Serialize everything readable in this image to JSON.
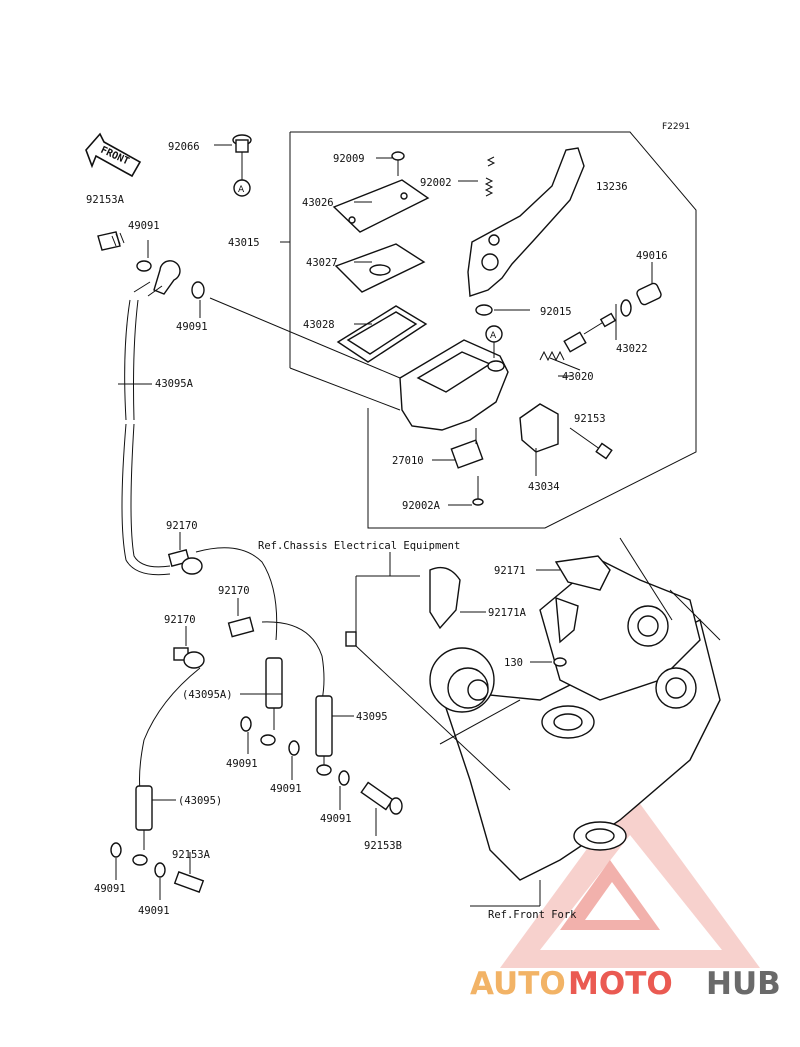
{
  "diagram_code": "F2291",
  "front_label": "FRONT",
  "part_labels": [
    {
      "id": "92066",
      "text": "92066"
    },
    {
      "id": "92009",
      "text": "92009"
    },
    {
      "id": "92002",
      "text": "92002"
    },
    {
      "id": "13236",
      "text": "13236"
    },
    {
      "id": "43026",
      "text": "43026"
    },
    {
      "id": "92153A_top",
      "text": "92153A"
    },
    {
      "id": "49091_a",
      "text": "49091"
    },
    {
      "id": "43015",
      "text": "43015"
    },
    {
      "id": "43027",
      "text": "43027"
    },
    {
      "id": "49016",
      "text": "49016"
    },
    {
      "id": "49091_b",
      "text": "49091"
    },
    {
      "id": "92015",
      "text": "92015"
    },
    {
      "id": "43028",
      "text": "43028"
    },
    {
      "id": "43022",
      "text": "43022"
    },
    {
      "id": "43095A",
      "text": "43095A"
    },
    {
      "id": "43020",
      "text": "43020"
    },
    {
      "id": "92153",
      "text": "92153"
    },
    {
      "id": "27010",
      "text": "27010"
    },
    {
      "id": "43034",
      "text": "43034"
    },
    {
      "id": "92002A",
      "text": "92002A"
    },
    {
      "id": "92170_a",
      "text": "92170"
    },
    {
      "id": "92171",
      "text": "92171"
    },
    {
      "id": "92170_b",
      "text": "92170"
    },
    {
      "id": "92171A",
      "text": "92171A"
    },
    {
      "id": "92170_c",
      "text": "92170"
    },
    {
      "id": "130",
      "text": "130"
    },
    {
      "id": "43095A_paren",
      "text": "(43095A)"
    },
    {
      "id": "43095",
      "text": "43095"
    },
    {
      "id": "49091_c",
      "text": "49091"
    },
    {
      "id": "49091_d",
      "text": "49091"
    },
    {
      "id": "43095_paren",
      "text": "(43095)"
    },
    {
      "id": "49091_e",
      "text": "49091"
    },
    {
      "id": "92153B",
      "text": "92153B"
    },
    {
      "id": "92153A_bottom",
      "text": "92153A"
    },
    {
      "id": "49091_f",
      "text": "49091"
    },
    {
      "id": "49091_g",
      "text": "49091"
    }
  ],
  "callouts": {
    "a_top": "A",
    "a_mid": "A"
  },
  "references": {
    "chassis": "Ref.Chassis Electrical Equipment",
    "front_fork": "Ref.Front Fork"
  },
  "watermark": {
    "part1": "AUTO",
    "part2": "MOTO",
    "part3": "HUB"
  },
  "colors": {
    "watermark_orange": "#f2b366",
    "watermark_red": "#ea5a52",
    "watermark_gray": "#6a6a6a"
  }
}
